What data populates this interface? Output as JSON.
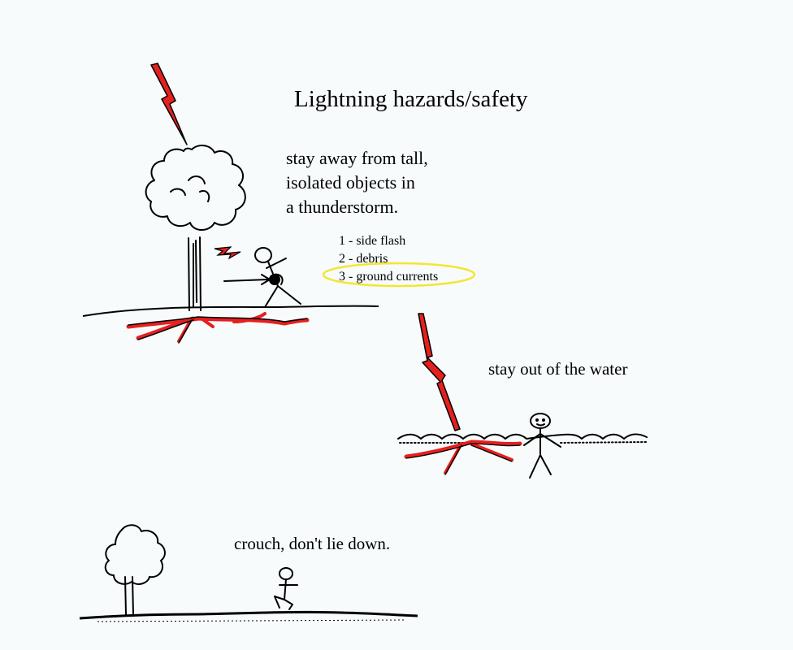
{
  "title": "Lightning hazards/safety",
  "tall_objects": {
    "lines": [
      "stay away from tall,",
      "isolated objects in",
      "a thunderstorm."
    ],
    "hazards": [
      "1 - side flash",
      "2 - debris",
      "3 - ground currents"
    ],
    "highlight_color": "#f2e634"
  },
  "water": {
    "text": "stay out of the water"
  },
  "crouch": {
    "text": "crouch, don't lie down."
  },
  "colors": {
    "lightning": "#e5201f",
    "ink": "#000000"
  }
}
